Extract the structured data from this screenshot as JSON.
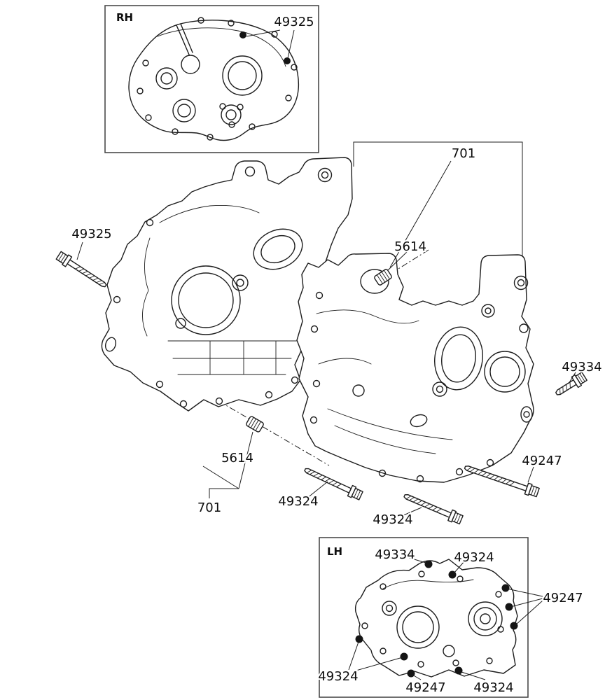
{
  "page": {
    "background_color": "#ffffff",
    "line_color": "#1d1d1d"
  },
  "diagram": {
    "insets": {
      "rh": "RH",
      "lh": "LH"
    },
    "labels": {
      "rh_49325": "49325",
      "main_49325": "49325",
      "top_701": "701",
      "top_5614": "5614",
      "right_49334": "49334",
      "right_49247": "49247",
      "bottom_5614": "5614",
      "bottom_701": "701",
      "bottom_49324_left": "49324",
      "bottom_49324_right": "49324",
      "lh_49334": "49334",
      "lh_49324_top": "49324",
      "lh_49247_right": "49247",
      "lh_49324_left": "49324",
      "lh_49247_bottom": "49247",
      "lh_49324_bottom": "49324"
    },
    "part_numbers": [
      "701",
      "5614",
      "49247",
      "49324",
      "49325",
      "49334"
    ]
  }
}
